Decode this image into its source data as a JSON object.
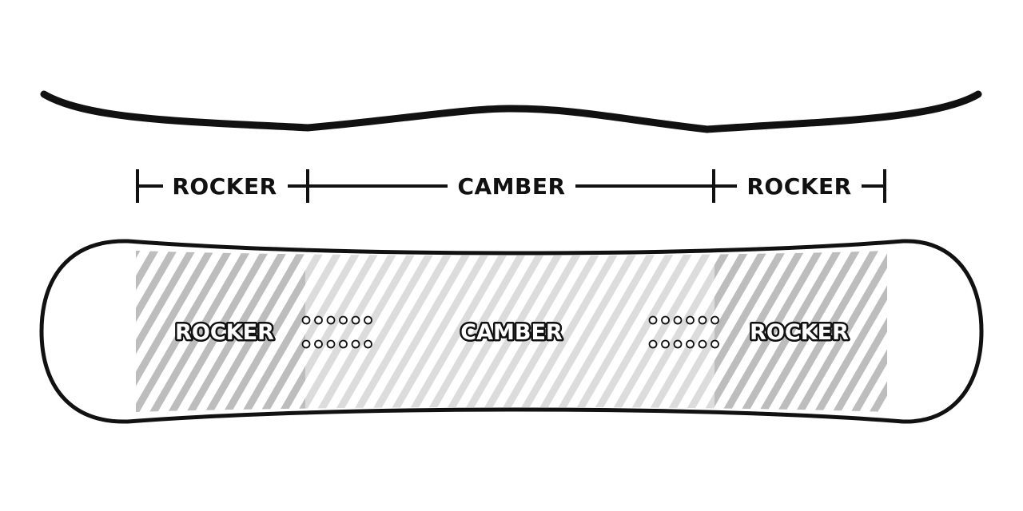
{
  "dimension_labels": {
    "left": "ROCKER",
    "center": "CAMBER",
    "right": "ROCKER"
  },
  "board_labels": {
    "left": "ROCKER",
    "center": "CAMBER",
    "right": "ROCKER"
  },
  "colors": {
    "outline": "#111111",
    "rocker_stripe": "#bdbdbd",
    "camber_stripe": "#dcdcdc",
    "background": "#ffffff"
  },
  "insert_holes": {
    "rows": 2,
    "per_row": 6
  }
}
